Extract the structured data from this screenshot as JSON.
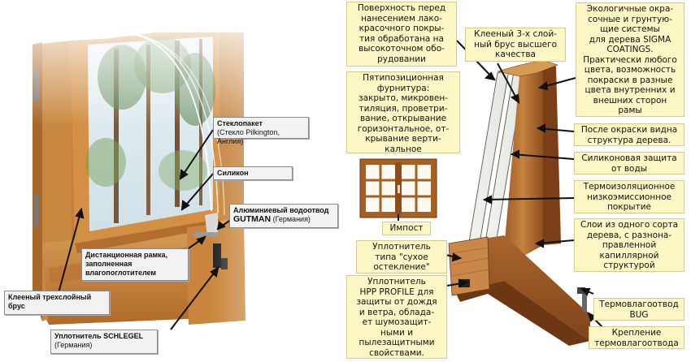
{
  "left_labels": {
    "glass_unit": {
      "title": "Стеклопакет",
      "sub": "(Стекло Pilkington, Англия)"
    },
    "silicone": {
      "title": "Силикон"
    },
    "drain": {
      "title": "Алюминиевый водоотвод",
      "title2": "GUTMAN",
      "sub": "(Германия)"
    },
    "spacer": {
      "title": "Дистанционная рамка, заполненная влагопоглотителем"
    },
    "beam": {
      "title": "Клееный трехслойный брус"
    },
    "seal": {
      "title": "Уплотнитель SCHLEGEL",
      "sub": "(Германия)"
    }
  },
  "right_labels": {
    "surface": "Поверхность перед\nнанесением лако-\nкрасочного покры-\nтия обработана на\nвысокоточном обо-\nрудовании",
    "glued_beam": "Клееный 3-х слой-\nный брус  высшего\nкачества",
    "coatings": "Экологичные окра-\nсочные и грунтую-\nщие системы\nдля дерева SIGMA\nCOATINGS.\nПрактически любого\nцвета, возможность\nпокраски в разные\nцвета внутренних и\nвнешних сторон\nрамы",
    "hardware": "Пятипозиционная\nфурнитура:\nзакрыто, микровен-\nтиляция, проветри-\nвание, открывание\nгоризонтальное, от-\nкрывание верти-\nкальное",
    "structure": "После окраски видна\nструктура дерева.",
    "water": "Силиконовая защита\nот воды",
    "low_e": "Термоизоляционное\nнизкоэмиссионное\nпокрытие",
    "impost": "Импост",
    "layers": "Слои из одного сорта\nдерева, с разнона-\nправленной\nкапиллярной\nструктурой",
    "dry_seal": "Уплотнитель\nтипа \"сухое\nостекление\"",
    "hpp": "Уплотнитель\nHPP PROFILE для\nзащиты от дождя\nи ветра, облада-\nет шумозащит-\nными и\nпылезащитными\nсвойствами.",
    "bug": "Термовлагоотвод\nBUG",
    "mount": "Крепление\nтермовлагоотвода"
  }
}
